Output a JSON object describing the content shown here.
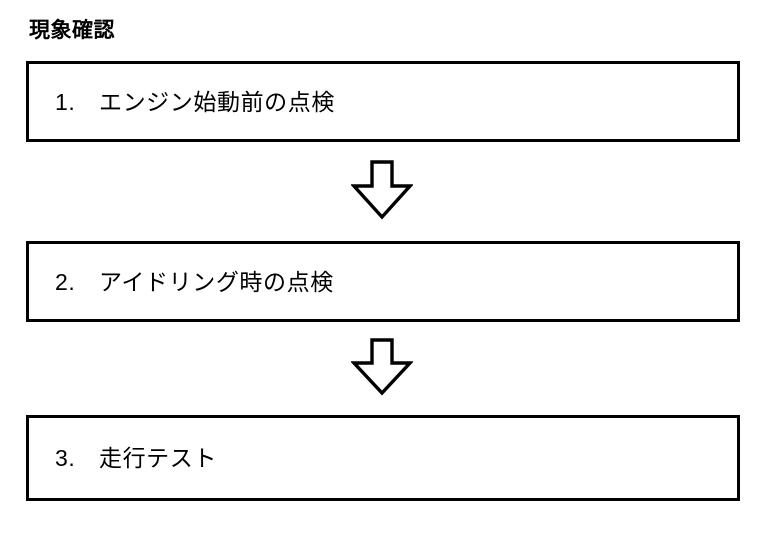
{
  "diagram": {
    "type": "flowchart",
    "title": "現象確認",
    "orientation": "vertical",
    "background_color": "#ffffff",
    "line_color": "#000000",
    "steps": [
      {
        "number": "1.",
        "label": "1.　エンジン始動前の点検"
      },
      {
        "number": "2.",
        "label": "2.　アイドリング時の点検"
      },
      {
        "number": "3.",
        "label": "3.　走行テスト"
      }
    ],
    "connectors": [
      {
        "name": "arrow-step1-to-step2",
        "direction": "down",
        "style": "hollow-block-arrow"
      },
      {
        "name": "arrow-step2-to-step3",
        "direction": "down",
        "style": "hollow-block-arrow"
      }
    ]
  }
}
